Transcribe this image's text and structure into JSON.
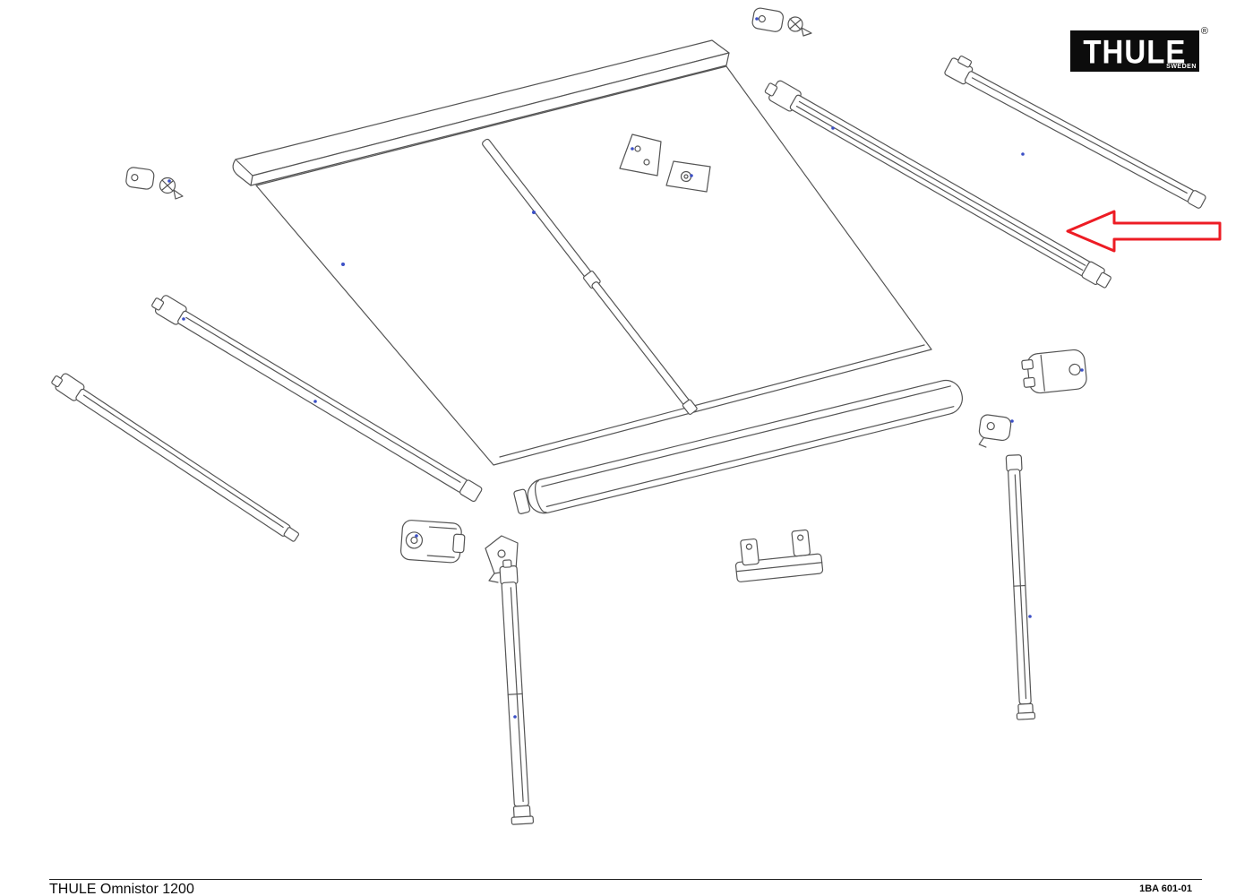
{
  "logo": {
    "brand": "THULE",
    "sub": "SWEDEN",
    "reg": "®"
  },
  "annotation": {
    "arrow_color": "#ed1c24"
  },
  "footer": {
    "title": "THULE Omnistor 1200",
    "part_code": "1BA 601-01"
  },
  "colors": {
    "background": "#ffffff",
    "line": "#555555",
    "logo_bg": "#0c0c0c",
    "ref_dot": "#3b4fc6"
  }
}
